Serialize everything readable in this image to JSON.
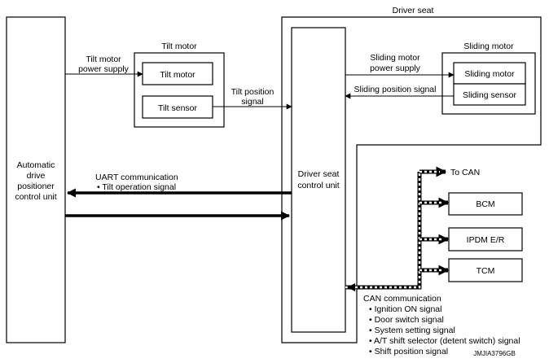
{
  "blocks": {
    "auto_unit": [
      "Automatic",
      "drive",
      "positioner",
      "control unit"
    ],
    "driver_seat_group": "Driver seat",
    "driver_seat_unit": [
      "Driver seat",
      "control unit"
    ],
    "tilt_group": "Tilt motor",
    "tilt_motor": "Tilt motor",
    "tilt_sensor": "Tilt sensor",
    "sliding_group": "Sliding motor",
    "sliding_motor": "Sliding motor",
    "sliding_sensor": "Sliding sensor",
    "bcm": "BCM",
    "ipdm": "IPDM E/R",
    "tcm": "TCM"
  },
  "signals": {
    "tilt_power": [
      "Tilt motor",
      "power supply"
    ],
    "tilt_position": [
      "Tilt position",
      "signal"
    ],
    "sliding_power": [
      "Sliding motor",
      "power supply"
    ],
    "sliding_position": "Sliding position signal",
    "uart": [
      "UART communication",
      "• Tilt operation signal"
    ],
    "to_can": "To CAN",
    "can_title": "CAN communication",
    "can_items": [
      "• Ignition ON signal",
      "• Door switch signal",
      "• System setting signal",
      "• A/T shift selector (detent switch) signal",
      "• Shift position signal"
    ]
  },
  "figure_code": "JMJIA3796GB"
}
